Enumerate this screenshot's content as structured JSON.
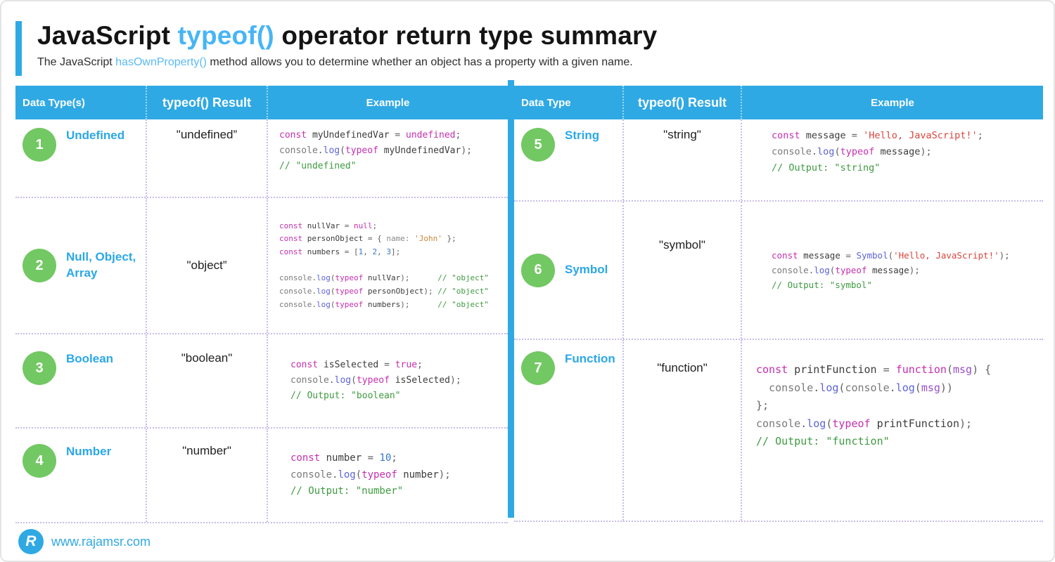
{
  "title": {
    "prefix": "JavaScript ",
    "accent": "typeof()",
    "suffix": " operator return type summary"
  },
  "subtitle": {
    "prefix": "The JavaScript ",
    "accent": "hasOwnProperty()",
    "suffix": " method allows you to determine whether an object has a property with a given name."
  },
  "colors": {
    "accent_blue": "#2FA9E4",
    "title_accent_blue": "#47B5F5",
    "label_blue": "#2BA7E8",
    "badge_green": "#72C862",
    "dotted_border": "#C9BCE9",
    "code_keyword": "#C52FB0",
    "code_function": "#5E63D8",
    "code_comment": "#3F9B41",
    "code_string_red": "#D9453E",
    "code_string_orange": "#C9873B",
    "code_number": "#3477C9"
  },
  "tables": [
    {
      "headers": [
        "Data Type(s)",
        "typeof() Result",
        "Example"
      ],
      "rows": [
        {
          "num": "1",
          "label": "Undefined",
          "result": "\"undefined”",
          "code": [
            [
              [
                "kw",
                "const"
              ],
              [
                "id",
                " myUndefinedVar "
              ],
              [
                "pun",
                "= "
              ],
              [
                "kw",
                "undefined"
              ],
              [
                "pun",
                ";"
              ]
            ],
            [
              [
                "con",
                "console"
              ],
              [
                "pun",
                "."
              ],
              [
                "fn",
                "log"
              ],
              [
                "pun",
                "("
              ],
              [
                "kw",
                "typeof"
              ],
              [
                "id",
                " myUndefinedVar"
              ],
              [
                "pun",
                ");"
              ]
            ],
            [
              [
                "com",
                "// \"undefined\""
              ]
            ]
          ]
        },
        {
          "num": "2",
          "label": "Null, Object, Array",
          "result": "\"object”",
          "code": [
            [
              [
                "kw",
                "const"
              ],
              [
                "id",
                " nullVar "
              ],
              [
                "pun",
                "= "
              ],
              [
                "kw",
                "null"
              ],
              [
                "pun",
                ";"
              ]
            ],
            [
              [
                "kw",
                "const"
              ],
              [
                "id",
                " personObject "
              ],
              [
                "pun",
                "= { "
              ],
              [
                "prop",
                "name: "
              ],
              [
                "stro",
                "'John'"
              ],
              [
                "pun",
                " };"
              ]
            ],
            [
              [
                "kw",
                "const"
              ],
              [
                "id",
                " numbers "
              ],
              [
                "pun",
                "= ["
              ],
              [
                "num",
                "1"
              ],
              [
                "pun",
                ", "
              ],
              [
                "num",
                "2"
              ],
              [
                "pun",
                ", "
              ],
              [
                "num",
                "3"
              ],
              [
                "pun",
                "];"
              ]
            ],
            [],
            [
              [
                "con",
                "console"
              ],
              [
                "pun",
                "."
              ],
              [
                "fn",
                "log"
              ],
              [
                "pun",
                "("
              ],
              [
                "kw",
                "typeof"
              ],
              [
                "id",
                " nullVar"
              ],
              [
                "pun",
                ");      "
              ],
              [
                "com",
                "// \"object\""
              ]
            ],
            [
              [
                "con",
                "console"
              ],
              [
                "pun",
                "."
              ],
              [
                "fn",
                "log"
              ],
              [
                "pun",
                "("
              ],
              [
                "kw",
                "typeof"
              ],
              [
                "id",
                " personObject"
              ],
              [
                "pun",
                "); "
              ],
              [
                "com",
                "// \"object\""
              ]
            ],
            [
              [
                "con",
                "console"
              ],
              [
                "pun",
                "."
              ],
              [
                "fn",
                "log"
              ],
              [
                "pun",
                "("
              ],
              [
                "kw",
                "typeof"
              ],
              [
                "id",
                " numbers"
              ],
              [
                "pun",
                ");      "
              ],
              [
                "com",
                "// \"object\""
              ]
            ]
          ]
        },
        {
          "num": "3",
          "label": "Boolean",
          "result": "\"boolean\"",
          "code": [
            [
              [
                "kw",
                "const"
              ],
              [
                "id",
                " isSelected "
              ],
              [
                "pun",
                "= "
              ],
              [
                "kw",
                "true"
              ],
              [
                "pun",
                ";"
              ]
            ],
            [
              [
                "con",
                "console"
              ],
              [
                "pun",
                "."
              ],
              [
                "fn",
                "log"
              ],
              [
                "pun",
                "("
              ],
              [
                "kw",
                "typeof"
              ],
              [
                "id",
                " isSelected"
              ],
              [
                "pun",
                ");"
              ]
            ],
            [
              [
                "com",
                "// Output: \"boolean\""
              ]
            ]
          ]
        },
        {
          "num": "4",
          "label": "Number",
          "result": "\"number\"",
          "code": [
            [
              [
                "kw",
                "const"
              ],
              [
                "id",
                " number "
              ],
              [
                "pun",
                "= "
              ],
              [
                "num",
                "10"
              ],
              [
                "pun",
                ";"
              ]
            ],
            [
              [
                "con",
                "console"
              ],
              [
                "pun",
                "."
              ],
              [
                "fn",
                "log"
              ],
              [
                "pun",
                "("
              ],
              [
                "kw",
                "typeof"
              ],
              [
                "id",
                " number"
              ],
              [
                "pun",
                ");"
              ]
            ],
            [
              [
                "com",
                "// Output: \"number\""
              ]
            ]
          ]
        }
      ]
    },
    {
      "headers": [
        "Data Type",
        "typeof() Result",
        "Example"
      ],
      "rows": [
        {
          "num": "5",
          "label": "String",
          "result": "\"string\"",
          "code": [
            [
              [
                "kw",
                "const"
              ],
              [
                "id",
                " message "
              ],
              [
                "pun",
                "= "
              ],
              [
                "strr",
                "'Hello, JavaScript!'"
              ],
              [
                "pun",
                ";"
              ]
            ],
            [
              [
                "con",
                "console"
              ],
              [
                "pun",
                "."
              ],
              [
                "fn",
                "log"
              ],
              [
                "pun",
                "("
              ],
              [
                "kw",
                "typeof"
              ],
              [
                "id",
                " message"
              ],
              [
                "pun",
                ");"
              ]
            ],
            [
              [
                "com",
                "// Output: \"string\""
              ]
            ]
          ]
        },
        {
          "num": "6",
          "label": "Symbol",
          "result": "\"symbol\"",
          "code": [
            [
              [
                "kw",
                "const"
              ],
              [
                "id",
                " message "
              ],
              [
                "pun",
                "= "
              ],
              [
                "fn",
                "Symbol"
              ],
              [
                "pun",
                "("
              ],
              [
                "strr",
                "'Hello, JavaScript!'"
              ],
              [
                "pun",
                ");"
              ]
            ],
            [
              [
                "con",
                "console"
              ],
              [
                "pun",
                "."
              ],
              [
                "fn",
                "log"
              ],
              [
                "pun",
                "("
              ],
              [
                "kw",
                "typeof"
              ],
              [
                "id",
                " message"
              ],
              [
                "pun",
                ");"
              ]
            ],
            [
              [
                "com",
                "// Output: \"symbol\""
              ]
            ]
          ]
        },
        {
          "num": "7",
          "label": "Function",
          "result": "\"function\"",
          "code": [
            [
              [
                "kw",
                "const"
              ],
              [
                "id",
                " printFunction "
              ],
              [
                "pun",
                "= "
              ],
              [
                "kw",
                "function"
              ],
              [
                "pun",
                "("
              ],
              [
                "prm",
                "msg"
              ],
              [
                "pun",
                ") {"
              ]
            ],
            [
              [
                "pun",
                "  "
              ],
              [
                "con",
                "console"
              ],
              [
                "pun",
                "."
              ],
              [
                "fn",
                "log"
              ],
              [
                "pun",
                "("
              ],
              [
                "con",
                "console"
              ],
              [
                "pun",
                "."
              ],
              [
                "fn",
                "log"
              ],
              [
                "pun",
                "("
              ],
              [
                "prm",
                "msg"
              ],
              [
                "pun",
                "))"
              ]
            ],
            [
              [
                "pun",
                "};"
              ]
            ],
            [
              [
                "con",
                "console"
              ],
              [
                "pun",
                "."
              ],
              [
                "fn",
                "log"
              ],
              [
                "pun",
                "("
              ],
              [
                "kw",
                "typeof"
              ],
              [
                "id",
                " printFunction"
              ],
              [
                "pun",
                ");"
              ]
            ],
            [
              [
                "com",
                "// Output: \"function\""
              ]
            ]
          ]
        }
      ]
    }
  ],
  "footer": {
    "logo_letter": "R",
    "url": "www.rajamsr.com"
  }
}
